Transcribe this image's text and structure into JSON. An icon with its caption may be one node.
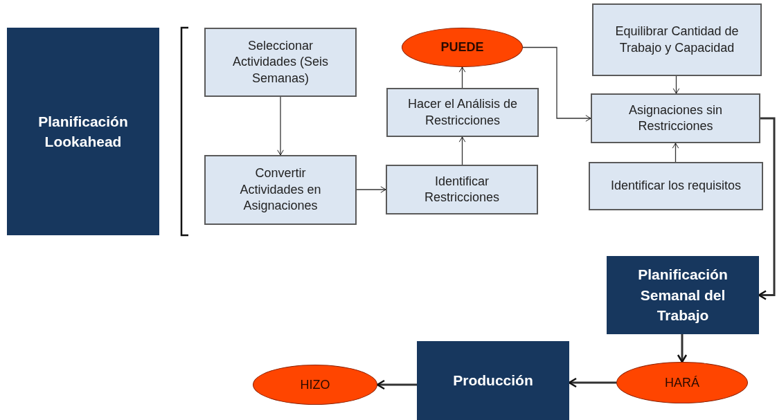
{
  "diagram": {
    "nodes": [
      {
        "text": [
          "Planificación Lookahead"
        ]
      },
      {
        "text": [
          "Seleccionar Actividades (Seis Semanas)"
        ]
      },
      {
        "text": [
          "Convertir Actividades en Asignaciones"
        ]
      },
      {
        "text": [
          "PUEDE"
        ]
      },
      {
        "text": [
          "Hacer el Análisis de Restricciones"
        ]
      },
      {
        "text": [
          "Identificar Restricciones"
        ]
      },
      {
        "text": [
          "Equilibrar Cantidad de Trabajo y Capacidad"
        ]
      },
      {
        "text": [
          "Asignaciones sin Restricciones"
        ]
      },
      {
        "text": [
          "Identificar los requisitos"
        ]
      },
      {
        "text": [
          "Planificación Semanal del Trabajo"
        ]
      },
      {
        "text": [
          "Producción"
        ]
      },
      {
        "text": [
          "HARÁ"
        ]
      },
      {
        "text": [
          "HIZO"
        ]
      }
    ],
    "edges": [
      {
        "from": 1,
        "to": 2,
        "arrow": "to"
      },
      {
        "from": 2,
        "to": 5,
        "arrow": "to"
      },
      {
        "from": 5,
        "to": 4,
        "arrow": "to"
      },
      {
        "from": 4,
        "to": 3,
        "arrow": "to"
      },
      {
        "from": 3,
        "to": 7,
        "arrow": "to"
      },
      {
        "from": 6,
        "to": 7,
        "arrow": "to"
      },
      {
        "from": 8,
        "to": 7,
        "arrow": "to"
      },
      {
        "from": 7,
        "to": 9,
        "arrow": "to",
        "style": "thick"
      },
      {
        "from": 9,
        "to": 11,
        "arrow": "to",
        "style": "thick"
      },
      {
        "from": 11,
        "to": 10,
        "arrow": "to",
        "style": "thick"
      },
      {
        "from": 10,
        "to": 12,
        "arrow": "to",
        "style": "thick"
      }
    ]
  }
}
